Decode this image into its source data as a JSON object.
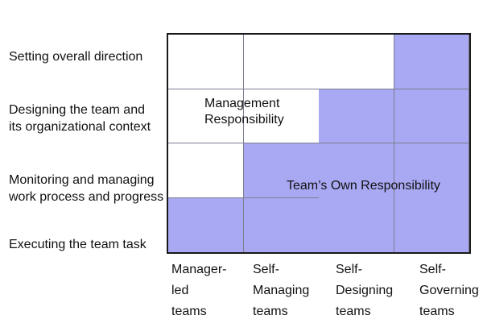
{
  "matrix": {
    "rows": [
      {
        "label": "Setting overall direction",
        "cells": [
          "management",
          "management",
          "management",
          "team"
        ]
      },
      {
        "label": "Designing the team and\nits organizational context",
        "cells": [
          "management",
          "management",
          "team",
          "team"
        ]
      },
      {
        "label": "Monitoring and managing\nwork process and progress",
        "cells": [
          "management",
          "team",
          "team",
          "team"
        ]
      },
      {
        "label": "Executing the team task",
        "cells": [
          "team",
          "team",
          "team",
          "team"
        ]
      }
    ],
    "columns": [
      "Manager-\nled\nteams",
      "Self-\nManaging\nteams",
      "Self-\nDesigning\nteams",
      "Self-\nGoverning\nteams"
    ],
    "annotations": {
      "management": "Management\nResponsibility",
      "team": "Team’s Own Responsibility"
    },
    "colors": {
      "team_fill": "#a9a8f3",
      "management_fill": "#ffffff",
      "grid_line": "#7d7d90",
      "outer_border": "#1a1a1a"
    }
  }
}
